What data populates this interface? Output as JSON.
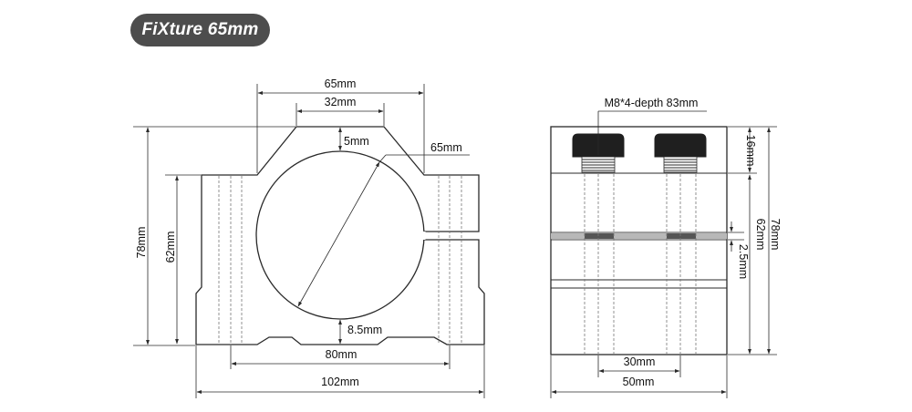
{
  "title": "FiXture  65mm",
  "front_view": {
    "dims": {
      "top_width": "65mm",
      "top_inner_width": "32mm",
      "top_wall": "5mm",
      "bore_diameter": "65mm",
      "total_height": "78mm",
      "side_height": "62mm",
      "bottom_wall": "8.5mm",
      "base_inner_width": "80mm",
      "total_width": "102mm"
    }
  },
  "side_view": {
    "dims": {
      "screw_spec": "M8*4-depth 83mm",
      "cap_height": "16mm",
      "gap": "2.5mm",
      "lower_height": "62mm",
      "total_height": "78mm",
      "screw_spacing": "30mm",
      "total_width": "50mm"
    }
  },
  "colors": {
    "title_bg": "#4d4d4d",
    "title_text": "#ffffff",
    "line": "#2a2a2a",
    "screw_head": "#1f1f1f"
  }
}
